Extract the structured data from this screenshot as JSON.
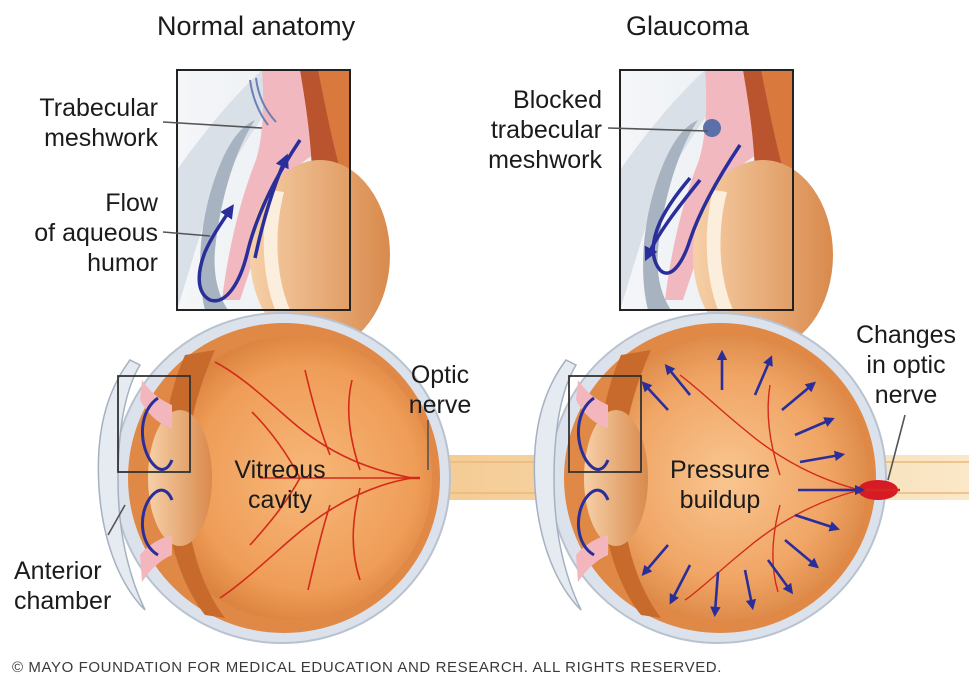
{
  "panels": {
    "normal": {
      "title": "Normal anatomy",
      "labels": {
        "trabecular": [
          "Trabecular",
          "meshwork"
        ],
        "flow": [
          "Flow",
          "of aqueous",
          "humor"
        ],
        "vitreous": [
          "Vitreous",
          "cavity"
        ],
        "optic": [
          "Optic",
          "nerve"
        ],
        "anterior": [
          "Anterior",
          "chamber"
        ]
      }
    },
    "glaucoma": {
      "title": "Glaucoma",
      "labels": {
        "blocked": [
          "Blocked",
          "trabecular",
          "meshwork"
        ],
        "pressure": [
          "Pressure",
          "buildup"
        ],
        "changes": [
          "Changes",
          "in optic",
          "nerve"
        ]
      }
    }
  },
  "copyright": "© MAYO FOUNDATION FOR MEDICAL EDUCATION AND RESEARCH. ALL RIGHTS RESERVED.",
  "colors": {
    "eye_fill": "#f0a060",
    "eye_dark": "#c86a2c",
    "sclera": "#d6dde8",
    "vessel": "#d42a1a",
    "flow_arrow": "#2a2e9a",
    "nerve": "#f6ddb0",
    "lens": "#e8b080"
  }
}
